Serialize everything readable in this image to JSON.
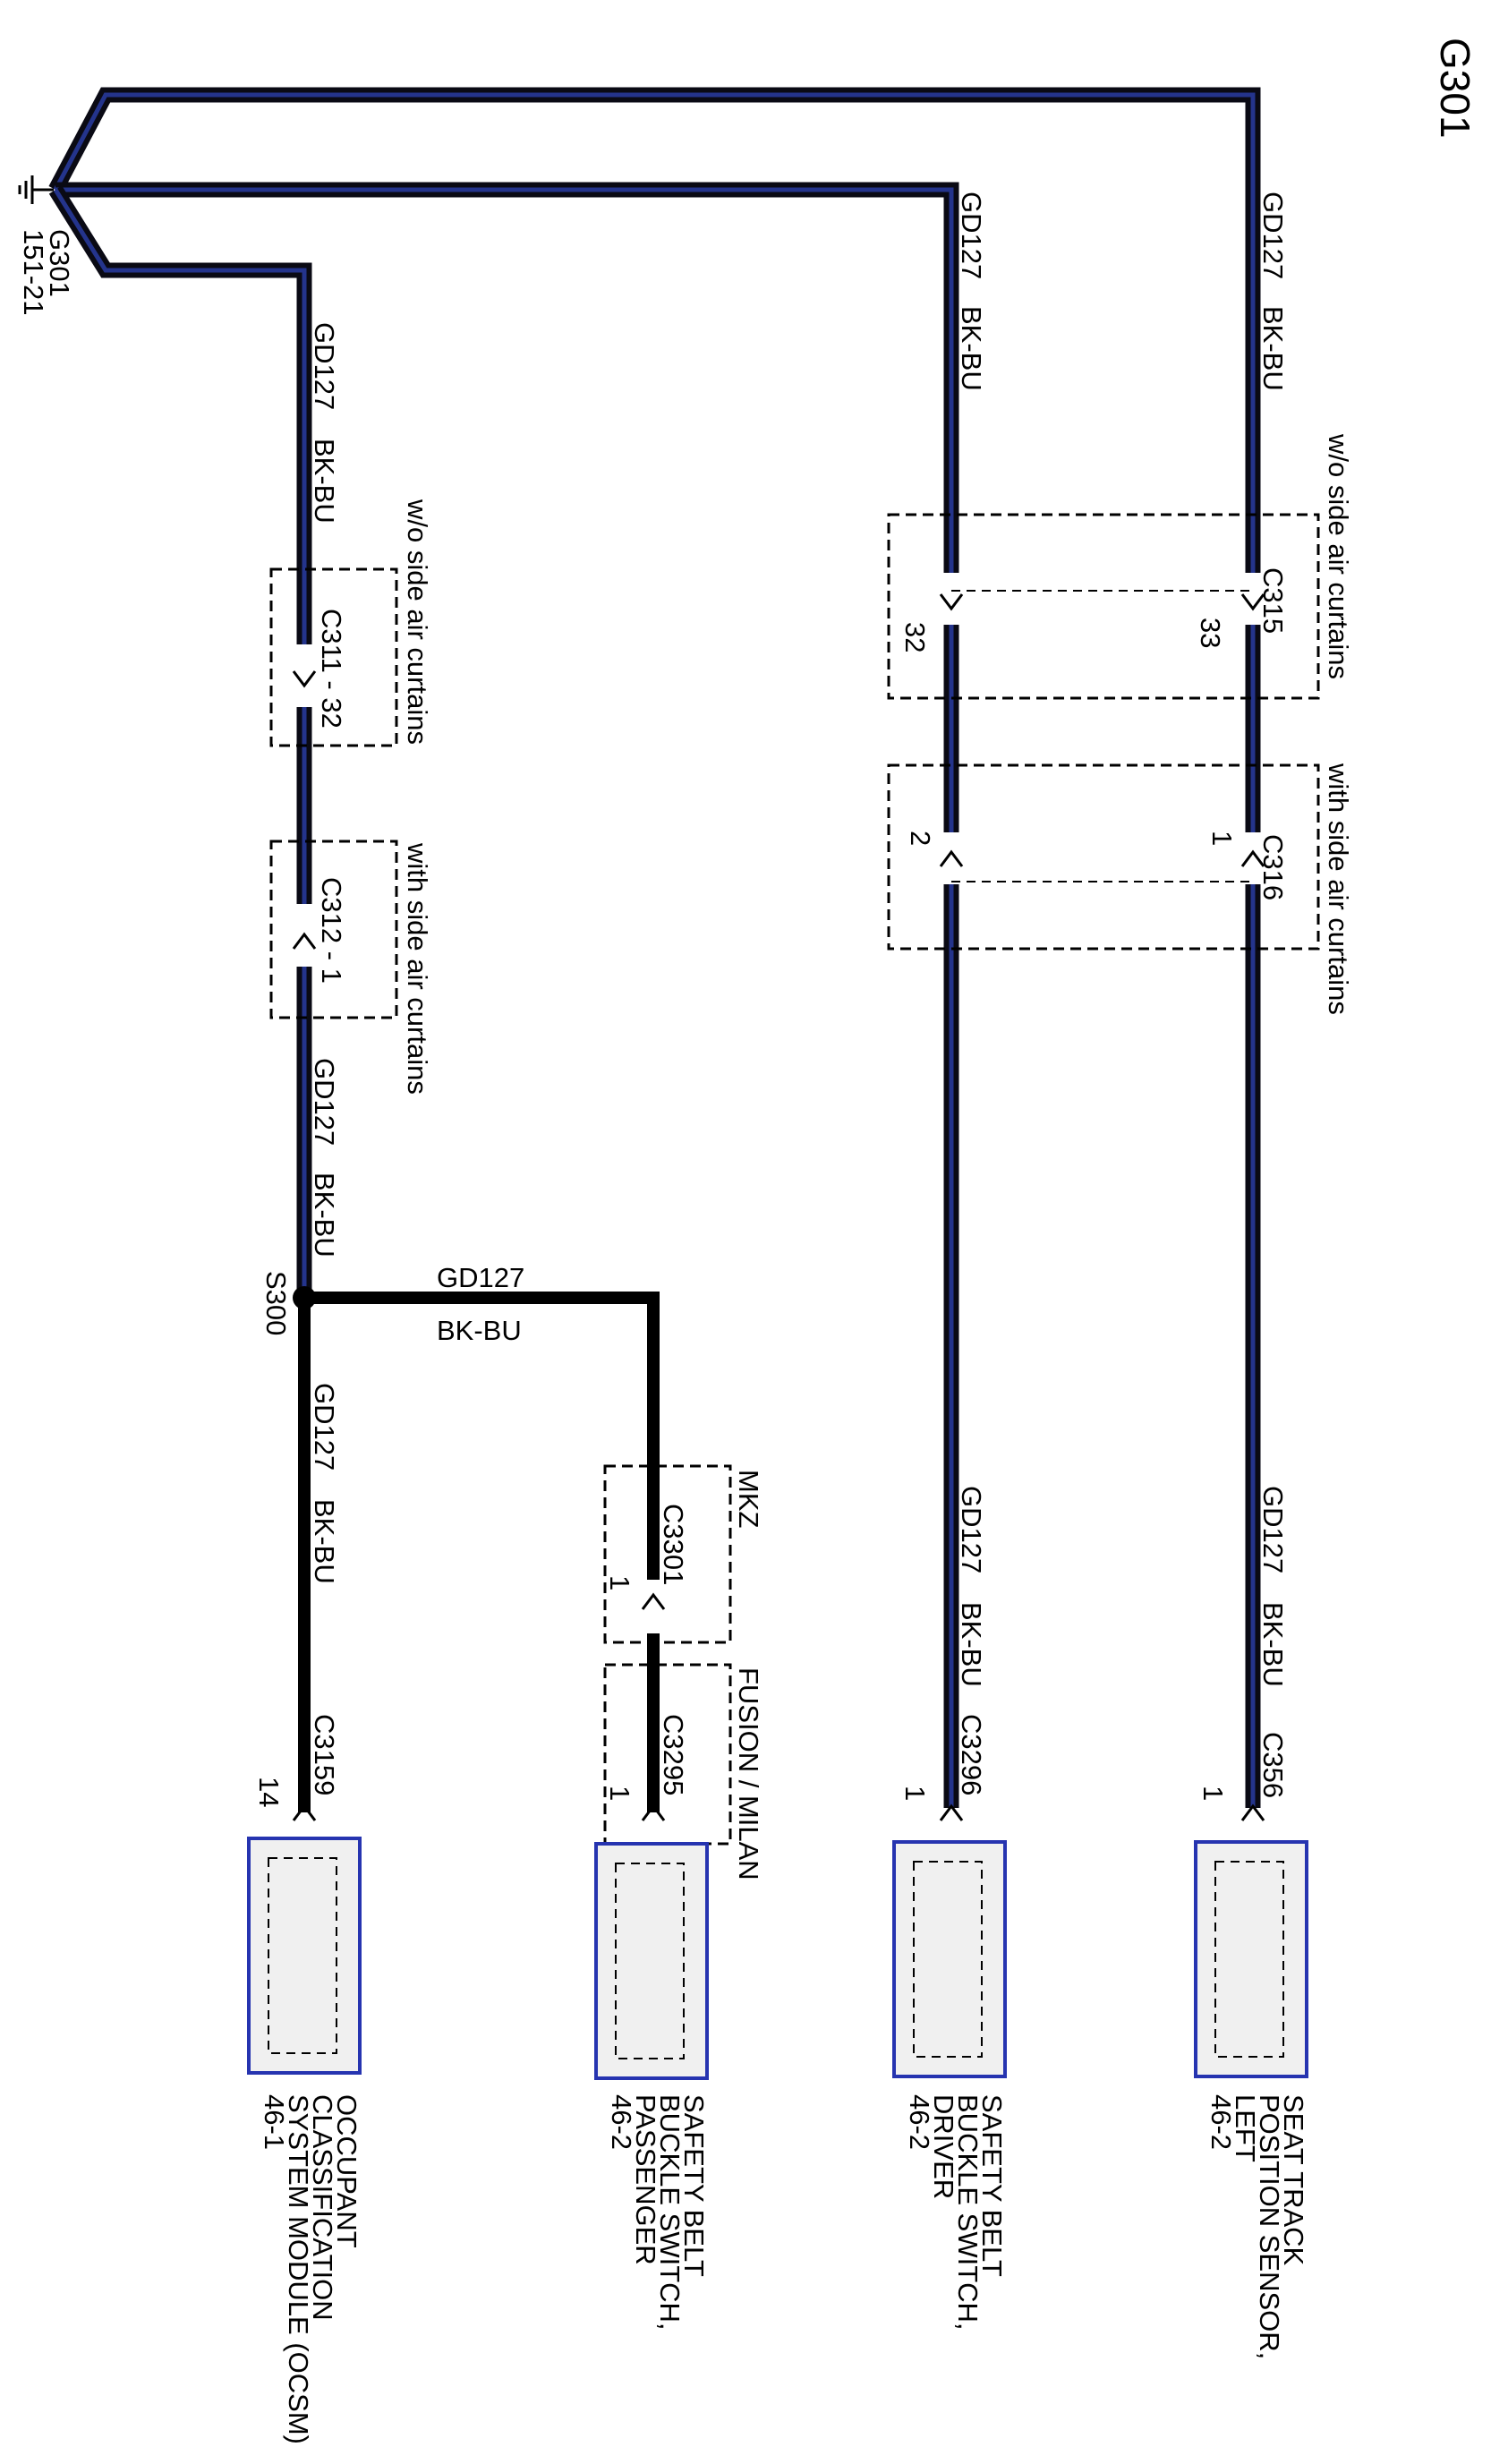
{
  "title": "G301",
  "ground": {
    "name": "G301",
    "page_ref": "151-21"
  },
  "wire": {
    "circuit": "GD127",
    "color": "BK-BU"
  },
  "splice": {
    "name": "S300"
  },
  "connectors": {
    "c315": {
      "name": "C315",
      "pin": "33"
    },
    "c315_pin2": "32",
    "c315_option": "w/o side air curtains",
    "c316": {
      "name": "C316",
      "pin": "1"
    },
    "c316_pin2": "2",
    "c316_option": "with side air curtains",
    "c311": {
      "label": "C311 - 32",
      "option": "w/o side air curtains"
    },
    "c312": {
      "label": "C312 - 1",
      "option": "with side air curtains"
    },
    "c3301": {
      "name": "C3301",
      "pin": "1",
      "option": "MKZ"
    },
    "c3295": {
      "name": "C3295",
      "pin": "1",
      "option": "FUSION / MILAN"
    },
    "c356": {
      "name": "C356",
      "pin": "1"
    },
    "c3296": {
      "name": "C3296",
      "pin": "1"
    },
    "c3159": {
      "name": "C3159",
      "pin": "14"
    }
  },
  "components": [
    {
      "lines": [
        "SEAT TRACK",
        "POSITION SENSOR,",
        "LEFT",
        "46-2"
      ]
    },
    {
      "lines": [
        "SAFETY BELT",
        "BUCKLE SWITCH,",
        "DRIVER",
        "46-2"
      ]
    },
    {
      "lines": [
        "SAFETY BELT",
        "BUCKLE SWITCH,",
        "PASSENGER",
        "46-2"
      ]
    },
    {
      "lines": [
        "OCCUPANT",
        "CLASSIFICATION",
        "SYSTEM MODULE (OCSM)",
        "46-1"
      ]
    }
  ],
  "colors": {
    "wire": "#0a0a14",
    "wire_core": "#24348c",
    "component_border": "#2634b0",
    "component_fill": "#f0f0f0"
  }
}
